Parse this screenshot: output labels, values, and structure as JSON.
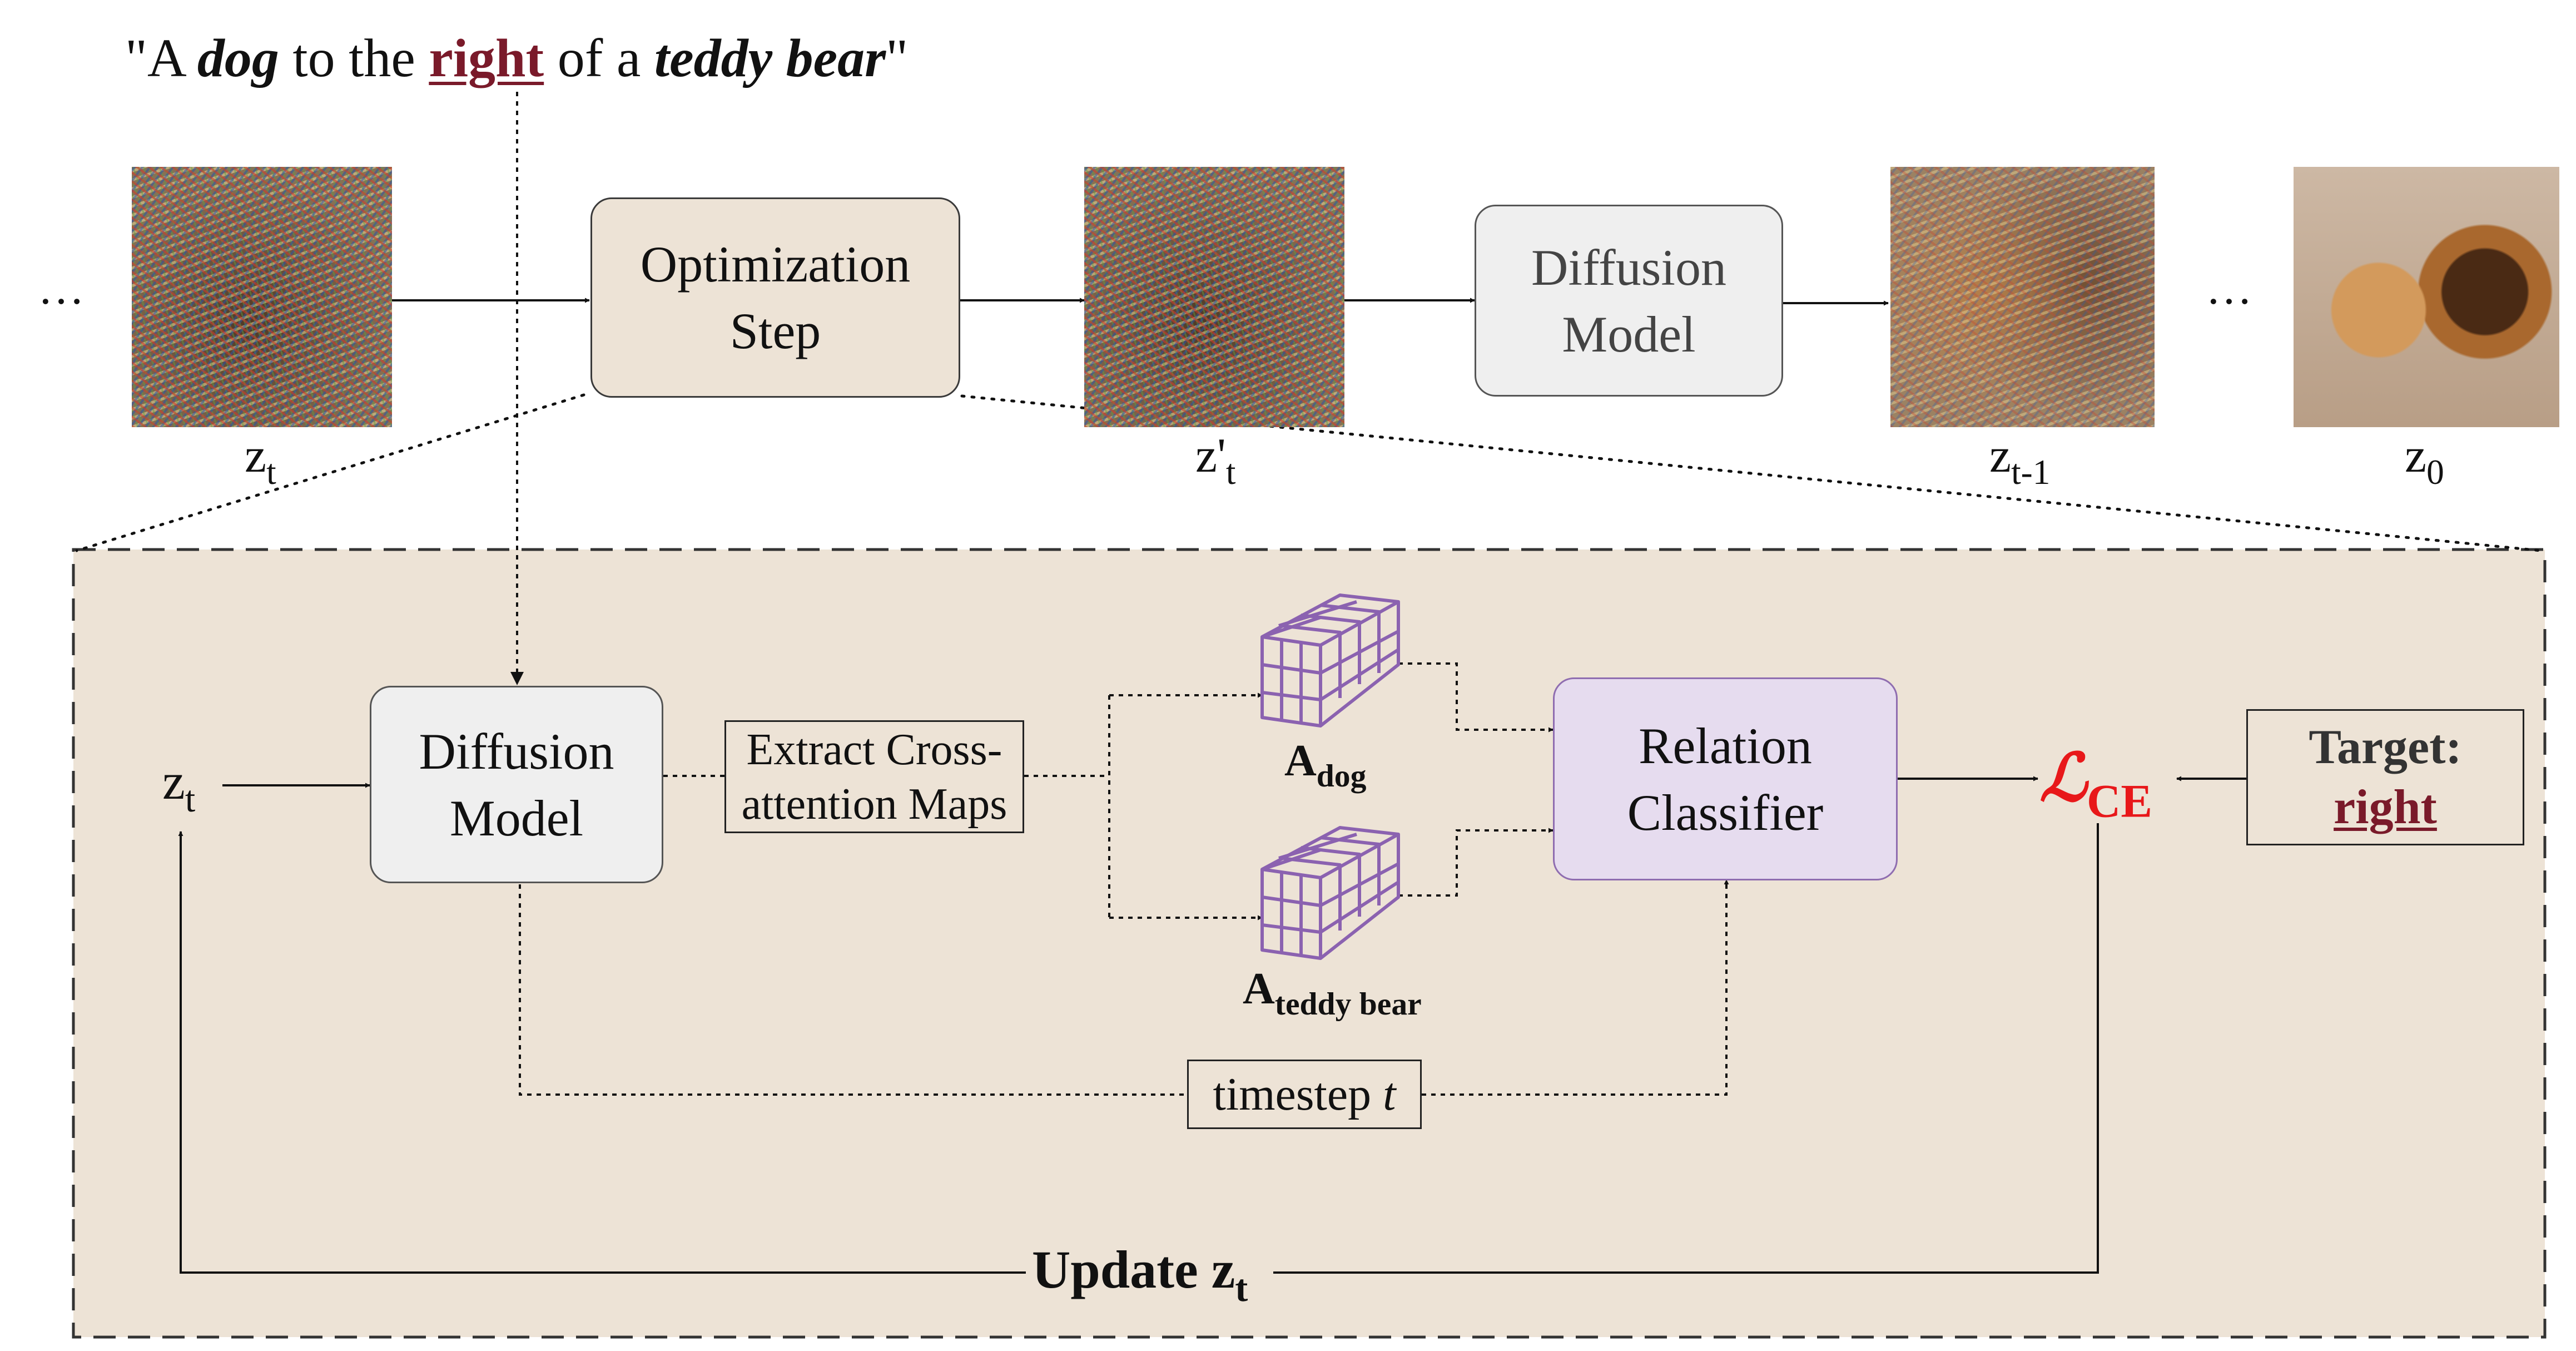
{
  "prompt": {
    "quote_open": "\"A ",
    "word1": "dog",
    "mid1": " to the ",
    "relation": "right",
    "mid2": " of a ",
    "word2": "teddy bear",
    "quote_close": "\""
  },
  "top_row": {
    "ellipsis_left": "…",
    "zt_label": "z",
    "zt_sub": "t",
    "opt_step_line1": "Optimization",
    "opt_step_line2": "Step",
    "zprime_label": "z'",
    "zprime_sub": "t",
    "diffusion_line1": "Diffusion",
    "diffusion_line2": "Model",
    "ztm1_label": "z",
    "ztm1_sub": "t-1",
    "ellipsis_right": "…",
    "z0_label": "z",
    "z0_sub": "0"
  },
  "panel": {
    "zt_label": "z",
    "zt_sub": "t",
    "diffusion_line1": "Diffusion",
    "diffusion_line2": "Model",
    "extract_line1": "Extract Cross-",
    "extract_line2": "attention Maps",
    "adog_main": "A",
    "adog_sub": "dog",
    "ateddy_main": "A",
    "ateddy_sub": "teddy bear",
    "relation_line1": "Relation",
    "relation_line2": "Classifier",
    "loss_main": "ℒ",
    "loss_sub": "CE",
    "target_label": "Target:",
    "target_value": "right",
    "timestep_text": "timestep ",
    "timestep_var": "t",
    "update_text": "Update z",
    "update_sub": "t"
  },
  "icons": {
    "frozen": "snowflake-icon",
    "attention": "cube-grid-icon"
  },
  "colors": {
    "panel_bg": "#ede3d6",
    "relation_box": "#e6dcef",
    "relation_border": "#8f6db0",
    "loss": "#e8181a",
    "relation_word": "#7a1a2a",
    "snowflake": "#6db4e8",
    "cube": "#8b62b0"
  }
}
